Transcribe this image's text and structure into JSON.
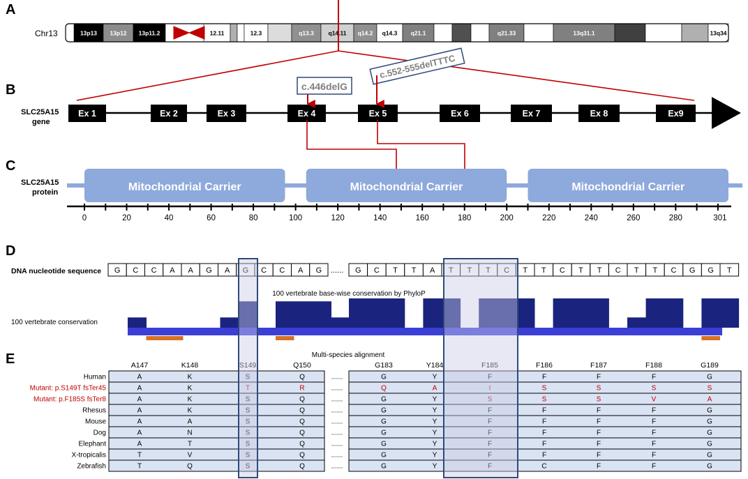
{
  "colors": {
    "red": "#c00000",
    "navy": "#1a237e",
    "blue_bar": "#3b3fd6",
    "protein": "#8ea9db",
    "align_fill": "#dae3f3",
    "highlight": "#c9cce6",
    "box_border": "#2e4a7a",
    "orange": "#d4722a",
    "mutant_text": "#c00000"
  },
  "panelA": {
    "label": "A",
    "chrom_label": "Chr13",
    "bands": [
      {
        "name": "13p13",
        "start": 12,
        "end": 54,
        "fill": "#000000",
        "text": "#ffffff"
      },
      {
        "name": "13p12",
        "start": 54,
        "end": 97,
        "fill": "#8c8c8c",
        "text": "#ffffff"
      },
      {
        "name": "13p11.2",
        "start": 97,
        "end": 143,
        "fill": "#000000",
        "text": "#ffffff"
      },
      {
        "name": "12.11",
        "start": 198,
        "end": 236,
        "fill": "#ffffff",
        "text": "#000000"
      },
      {
        "name": "",
        "start": 236,
        "end": 246,
        "fill": "#b0b0b0",
        "text": "#000000"
      },
      {
        "name": "",
        "start": 246,
        "end": 256,
        "fill": "#ffffff",
        "text": "#000000"
      },
      {
        "name": "12.3",
        "start": 256,
        "end": 290,
        "fill": "#ffffff",
        "text": "#000000"
      },
      {
        "name": "",
        "start": 290,
        "end": 324,
        "fill": "#dcdcdc",
        "text": "#000000"
      },
      {
        "name": "q13.3",
        "start": 324,
        "end": 366,
        "fill": "#909090",
        "text": "#ffffff"
      },
      {
        "name": "q14.11",
        "start": 366,
        "end": 413,
        "fill": "#d0d0d0",
        "text": "#000000"
      },
      {
        "name": "q14.2",
        "start": 413,
        "end": 446,
        "fill": "#909090",
        "text": "#ffffff"
      },
      {
        "name": "q14.3",
        "start": 446,
        "end": 483,
        "fill": "#ffffff",
        "text": "#000000"
      },
      {
        "name": "q21.1",
        "start": 483,
        "end": 528,
        "fill": "#808080",
        "text": "#ffffff"
      },
      {
        "name": "",
        "start": 528,
        "end": 554,
        "fill": "#ffffff",
        "text": "#000000"
      },
      {
        "name": "",
        "start": 554,
        "end": 581,
        "fill": "#505050",
        "text": "#ffffff"
      },
      {
        "name": "",
        "start": 581,
        "end": 607,
        "fill": "#ffffff",
        "text": "#000000"
      },
      {
        "name": "q21.33",
        "start": 607,
        "end": 657,
        "fill": "#808080",
        "text": "#ffffff"
      },
      {
        "name": "",
        "start": 657,
        "end": 699,
        "fill": "#ffffff",
        "text": "#000000"
      },
      {
        "name": "13q31.1",
        "start": 699,
        "end": 787,
        "fill": "#808080",
        "text": "#ffffff"
      },
      {
        "name": "",
        "start": 787,
        "end": 831,
        "fill": "#404040",
        "text": "#ffffff"
      },
      {
        "name": "",
        "start": 831,
        "end": 883,
        "fill": "#ffffff",
        "text": "#000000"
      },
      {
        "name": "",
        "start": 883,
        "end": 921,
        "fill": "#b0b0b0",
        "text": "#000000"
      },
      {
        "name": "13q34",
        "start": 921,
        "end": 950,
        "fill": "#ffffff",
        "text": "#000000"
      }
    ]
  },
  "panelB": {
    "label": "B",
    "gene_label_1": "SLC25A15",
    "gene_label_2": "gene",
    "exons": [
      "Ex 1",
      "Ex 2",
      "Ex 3",
      "Ex 4",
      "Ex 5",
      "Ex 6",
      "Ex 7",
      "Ex 8",
      "Ex9"
    ],
    "mutation_1": "c.446delG",
    "mutation_2": "c.552-555delTTTC"
  },
  "panelC": {
    "label": "C",
    "protein_label_1": "SLC25A15",
    "protein_label_2": "protein",
    "domains": [
      {
        "name": "Mitochondrial Carrier",
        "start": 0,
        "end": 95
      },
      {
        "name": "Mitochondrial Carrier",
        "start": 105,
        "end": 200
      },
      {
        "name": "Mitochondrial Carrier",
        "start": 210,
        "end": 305
      }
    ],
    "axis_max": 305,
    "ticks": [
      {
        "label": "0",
        "value": 0
      },
      {
        "label": "20",
        "value": 20
      },
      {
        "label": "40",
        "value": 40
      },
      {
        "label": "60",
        "value": 60
      },
      {
        "label": "80",
        "value": 80
      },
      {
        "label": "100",
        "value": 100
      },
      {
        "label": "120",
        "value": 120
      },
      {
        "label": "140",
        "value": 140
      },
      {
        "label": "160",
        "value": 160
      },
      {
        "label": "180",
        "value": 180
      },
      {
        "label": "200",
        "value": 200
      },
      {
        "label": "220",
        "value": 220
      },
      {
        "label": "240",
        "value": 240
      },
      {
        "label": "260",
        "value": 260
      },
      {
        "label": "280",
        "value": 280
      },
      {
        "label": "301",
        "value": 301
      }
    ]
  },
  "panelD": {
    "label": "D",
    "dna_label": "DNA nucleotide sequence",
    "seq_left": [
      "G",
      "C",
      "C",
      "A",
      "A",
      "G",
      "A",
      "G",
      "C",
      "C",
      "A",
      "G"
    ],
    "seq_right": [
      "G",
      "C",
      "T",
      "T",
      "A",
      "T",
      "T",
      "T",
      "C",
      "T",
      "T",
      "C",
      "T",
      "T",
      "C",
      "T",
      "T",
      "C",
      "G",
      "G",
      "T"
    ],
    "dots": "......",
    "conservation_title": "100 vertebrate base-wise conservation by PhyloP",
    "conservation_label": "100 vertebrate conservation",
    "conservation_left": [
      0.35,
      0.0,
      0.0,
      0.0,
      0.0,
      0.35,
      0.9,
      0.0,
      0.9,
      0.9,
      0.9,
      0.35
    ],
    "conservation_right": [
      1.0,
      1.0,
      1.0,
      0.0,
      1.0,
      1.0,
      0.0,
      1.0,
      1.0,
      1.0,
      0.0,
      1.0,
      1.0,
      1.0,
      0.0,
      0.35,
      1.0,
      1.0,
      0.0,
      1.0,
      1.0
    ],
    "negative_left": [
      1,
      2,
      8
    ],
    "negative_right": [
      19
    ]
  },
  "panelE": {
    "label": "E",
    "title": "Multi-species alignment",
    "left_cols": [
      "A147",
      "K148",
      "S149",
      "Q150"
    ],
    "right_cols": [
      "G183",
      "Y184",
      "F185",
      "F186",
      "F187",
      "F188",
      "G189"
    ],
    "dots": "......",
    "rows": [
      {
        "name": "Human",
        "mutant": false,
        "left": [
          "A",
          "K",
          "S",
          "Q"
        ],
        "right": [
          "G",
          "Y",
          "F",
          "F",
          "F",
          "F",
          "G"
        ],
        "left_red": [
          false,
          false,
          false,
          false
        ],
        "right_red": [
          false,
          false,
          false,
          false,
          false,
          false,
          false
        ]
      },
      {
        "name": "Mutant: p.S149T fsTer45",
        "mutant": true,
        "left": [
          "A",
          "K",
          "T",
          "R"
        ],
        "right": [
          "Q",
          "A",
          "I",
          "S",
          "S",
          "S",
          "S"
        ],
        "left_red": [
          false,
          false,
          true,
          true
        ],
        "right_red": [
          true,
          true,
          true,
          true,
          true,
          true,
          true
        ]
      },
      {
        "name": "Mutant: p.F185S fsTer8",
        "mutant": true,
        "left": [
          "A",
          "K",
          "S",
          "Q"
        ],
        "right": [
          "G",
          "Y",
          "S",
          "S",
          "S",
          "V",
          "A"
        ],
        "left_red": [
          false,
          false,
          false,
          false
        ],
        "right_red": [
          false,
          false,
          true,
          true,
          true,
          true,
          true
        ]
      },
      {
        "name": "Rhesus",
        "mutant": false,
        "left": [
          "A",
          "K",
          "S",
          "Q"
        ],
        "right": [
          "G",
          "Y",
          "F",
          "F",
          "F",
          "F",
          "G"
        ],
        "left_red": [
          false,
          false,
          false,
          false
        ],
        "right_red": [
          false,
          false,
          false,
          false,
          false,
          false,
          false
        ]
      },
      {
        "name": "Mouse",
        "mutant": false,
        "left": [
          "A",
          "A",
          "S",
          "Q"
        ],
        "right": [
          "G",
          "Y",
          "F",
          "F",
          "F",
          "F",
          "G"
        ],
        "left_red": [
          false,
          false,
          false,
          false
        ],
        "right_red": [
          false,
          false,
          false,
          false,
          false,
          false,
          false
        ]
      },
      {
        "name": "Dog",
        "mutant": false,
        "left": [
          "A",
          "N",
          "S",
          "Q"
        ],
        "right": [
          "G",
          "Y",
          "F",
          "F",
          "F",
          "F",
          "G"
        ],
        "left_red": [
          false,
          false,
          false,
          false
        ],
        "right_red": [
          false,
          false,
          false,
          false,
          false,
          false,
          false
        ]
      },
      {
        "name": "Elephant",
        "mutant": false,
        "left": [
          "A",
          "T",
          "S",
          "Q"
        ],
        "right": [
          "G",
          "Y",
          "F",
          "F",
          "F",
          "F",
          "G"
        ],
        "left_red": [
          false,
          false,
          false,
          false
        ],
        "right_red": [
          false,
          false,
          false,
          false,
          false,
          false,
          false
        ]
      },
      {
        "name": "X-tropicalis",
        "mutant": false,
        "left": [
          "T",
          "V",
          "S",
          "Q"
        ],
        "right": [
          "G",
          "Y",
          "F",
          "F",
          "F",
          "F",
          "G"
        ],
        "left_red": [
          false,
          false,
          false,
          false
        ],
        "right_red": [
          false,
          false,
          false,
          false,
          false,
          false,
          false
        ]
      },
      {
        "name": "Zebrafish",
        "mutant": false,
        "left": [
          "T",
          "Q",
          "S",
          "Q"
        ],
        "right": [
          "G",
          "Y",
          "F",
          "C",
          "F",
          "F",
          "G"
        ],
        "left_red": [
          false,
          false,
          false,
          false
        ],
        "right_red": [
          false,
          false,
          false,
          false,
          false,
          false,
          false
        ]
      }
    ]
  }
}
